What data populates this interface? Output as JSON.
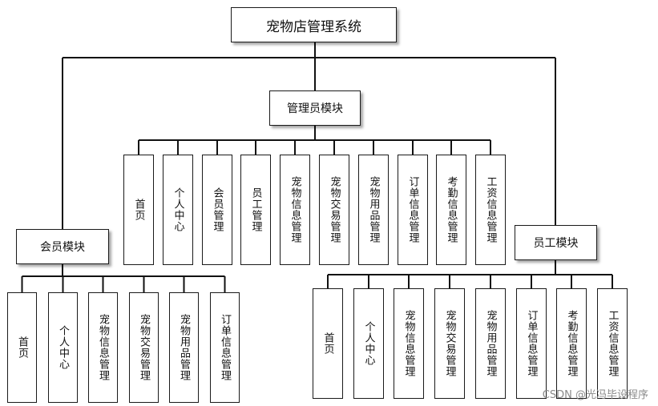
{
  "title": "宠物店管理系统",
  "modules": {
    "admin": {
      "label": "管理员模块",
      "items": [
        "首页",
        "个人中心",
        "会员管理",
        "员工管理",
        "宠物信息管理",
        "宠物交易管理",
        "宠物用品管理",
        "订单信息管理",
        "考勤信息管理",
        "工资信息管理"
      ]
    },
    "member": {
      "label": "会员模块",
      "items": [
        "首页",
        "个人中心",
        "宠物信息管理",
        "宠物交易管理",
        "宠物用品管理",
        "订单信息管理"
      ]
    },
    "staff": {
      "label": "员工模块",
      "items": [
        "首页",
        "个人中心",
        "宠物信息管理",
        "宠物交易管理",
        "宠物用品管理",
        "订单信息管理",
        "考勤信息管理",
        "工资信息管理"
      ]
    }
  },
  "watermark": "CSDN @光冯毕设程序"
}
